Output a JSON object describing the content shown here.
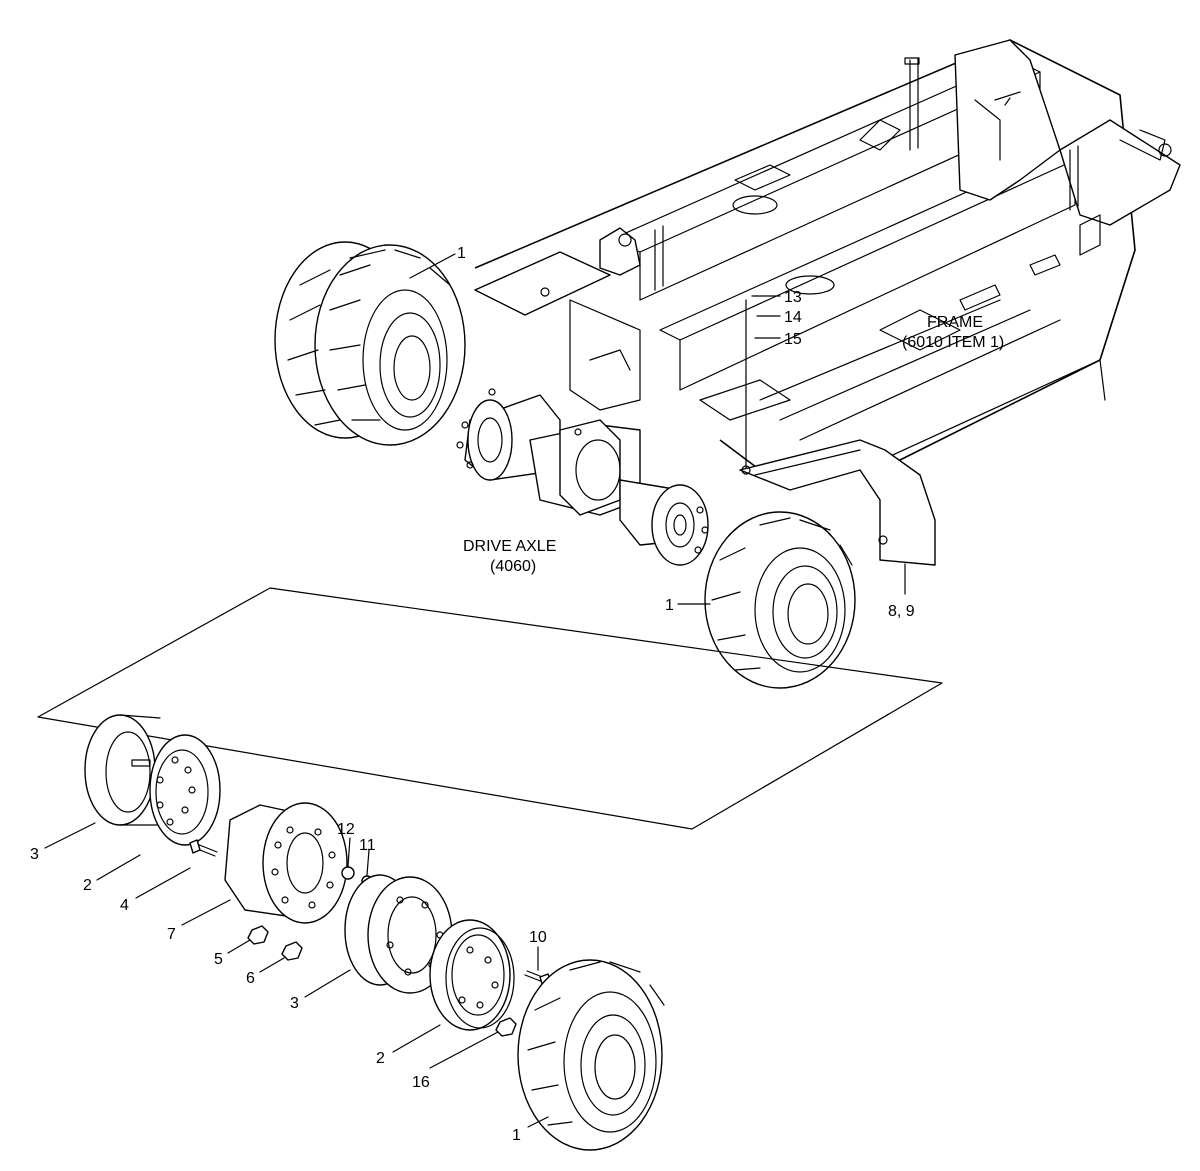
{
  "labels": {
    "frame_title": "FRAME",
    "frame_ref": "(6010 ITEM 1)",
    "axle_title": "DRIVE AXLE",
    "axle_ref": "(4060)",
    "callouts": {
      "c1_top": "1",
      "c1_mid": "1",
      "c1_bot": "1",
      "c2_left": "2",
      "c2_right": "2",
      "c3_left": "3",
      "c3_right": "3",
      "c4": "4",
      "c5": "5",
      "c6": "6",
      "c7": "7",
      "c8_9": "8, 9",
      "c10": "10",
      "c11": "11",
      "c12": "12",
      "c13": "13",
      "c14": "14",
      "c15": "15",
      "c16": "16"
    }
  },
  "colors": {
    "line": "#000000",
    "background": "#ffffff"
  }
}
